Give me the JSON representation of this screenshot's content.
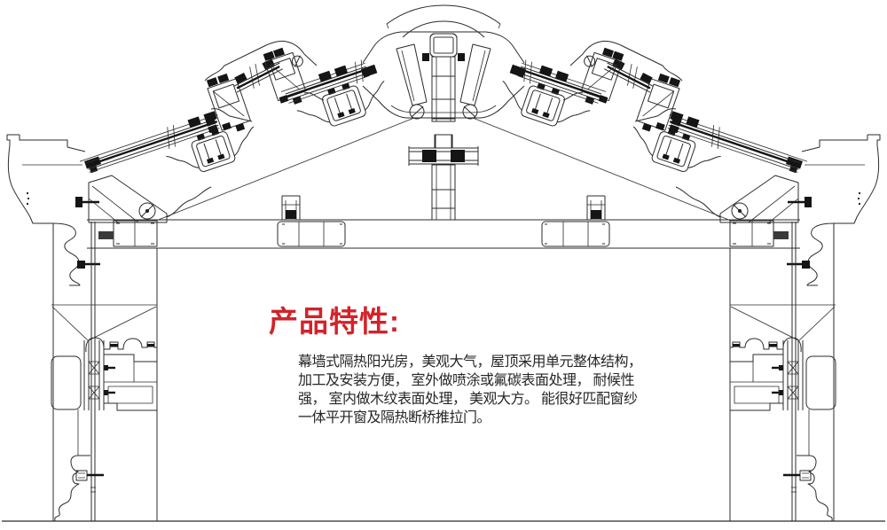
{
  "colors": {
    "background": "#ffffff",
    "line": "#2b2b2b",
    "dark_fill": "#151515",
    "title_red": "#d2232a",
    "body_text": "#262626"
  },
  "feature_section": {
    "title": "产品特性:",
    "lines": [
      "幕墙式隔热阳光房，美观大气，屋顶采用单元整体结构，",
      "加工及安装方便， 室外做喷涂或氟碳表面处理， 耐候性",
      "强， 室内做木纹表面处理， 美观大方。 能很好匹配窗纱",
      "一体平开窗及隔热断桥推拉门。"
    ]
  },
  "drawing": {
    "kind": "cad-cross-section",
    "parts": [
      "ridge-cap",
      "ridge-assembly",
      "king-post",
      "collar-tie",
      "roof-glazing-band",
      "roof-rafter",
      "unit-joint-assembly",
      "eave-rafter",
      "gutter-profile",
      "corbel-bracket",
      "ring-beam",
      "beam-connector",
      "mullion-stub",
      "wall-column",
      "window-frame-section",
      "base-moulding",
      "ground-line"
    ]
  }
}
